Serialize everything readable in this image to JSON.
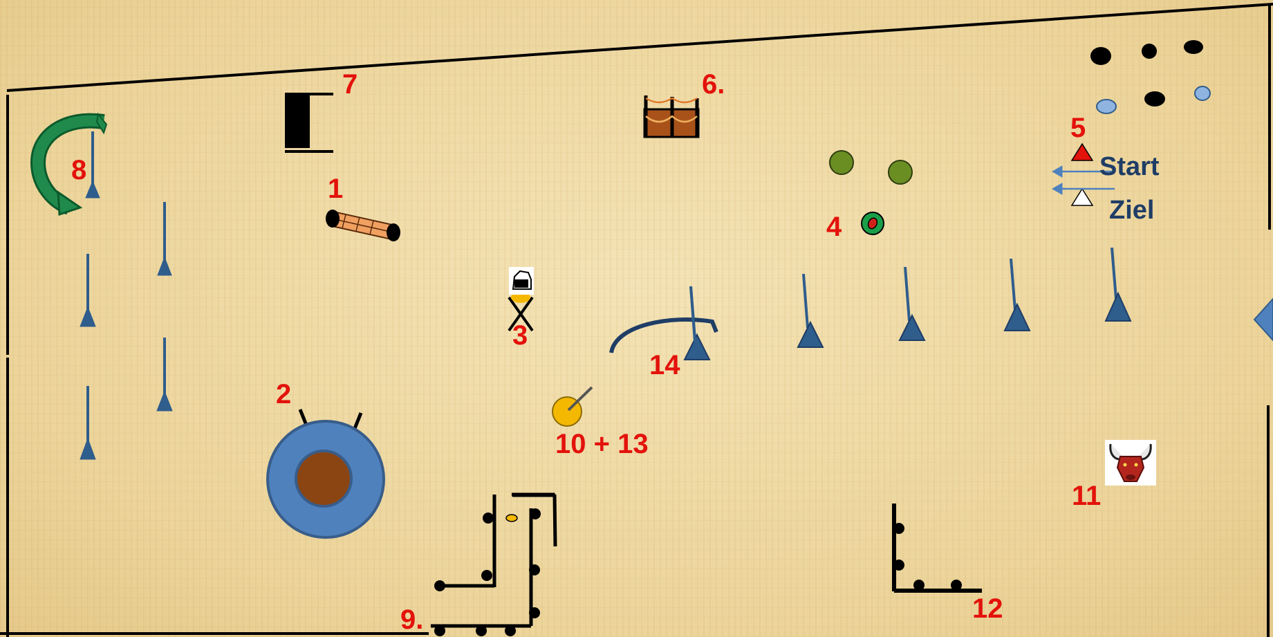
{
  "labels": {
    "n1": "1",
    "n2": "2",
    "n3": "3",
    "n4": "4",
    "n5": "5",
    "n6": "6.",
    "n7": "7",
    "n8": "8",
    "n9": "9.",
    "n10_13": "10 + 13",
    "n11": "11",
    "n12": "12",
    "n14": "14",
    "start": "Start",
    "ziel": "Ziel"
  },
  "colors": {
    "label_red": "#e3120b",
    "text_blue": "#1f3d66",
    "pole_blue": "#2f5d8c",
    "ring_blue": "#4f81bd",
    "ring_center": "#8b4513",
    "ball_green": "#6b8e23",
    "arrow_green": "#1f8a4c",
    "ball_yellow": "#f5b800",
    "barrel_orange": "#f0a060",
    "fence_brown": "#c4661f"
  },
  "icons": [
    "circular-arrow-icon",
    "pole-icon",
    "tunnel-icon",
    "ring-icon",
    "horse-head-icon",
    "cross-icon",
    "ball-icon",
    "fence-icon",
    "start-triangle-icon",
    "finish-triangle-icon",
    "bull-head-icon",
    "lasso-icon",
    "arch-icon",
    "gate-icon"
  ]
}
